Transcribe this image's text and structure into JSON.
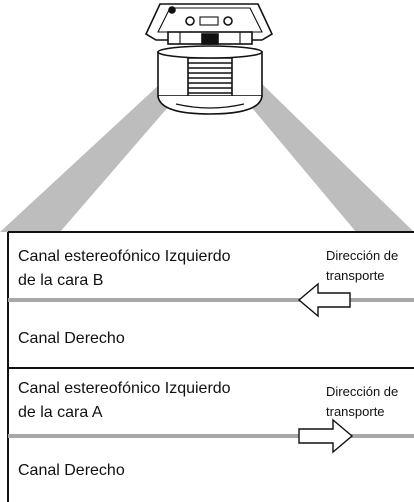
{
  "track_b": {
    "left_label_line1": "Canal estereofónico Izquierdo",
    "left_label_line2": "de la cara B",
    "right_label": "Canal Derecho",
    "direction_line1": "Dirección de",
    "direction_line2": "transporte",
    "arrow_direction": "left"
  },
  "track_a": {
    "left_label_line1": "Canal estereofónico Izquierdo",
    "left_label_line2": "de la cara A",
    "right_label": "Canal Derecho",
    "direction_line1": "Dirección de",
    "direction_line2": "transporte",
    "arrow_direction": "right"
  },
  "colors": {
    "beam": "#bdbdbd",
    "track_line": "#a8a8a8",
    "ink": "#111111"
  }
}
